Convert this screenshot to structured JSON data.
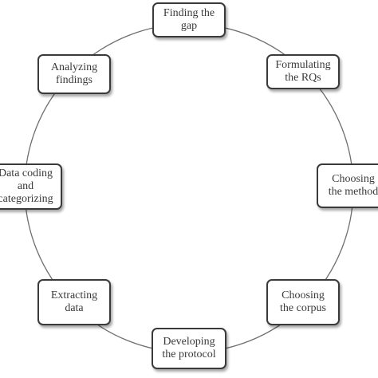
{
  "diagram": {
    "colors": {
      "ring": "#6e6e6e",
      "box_border": "#3a3a3a",
      "text": "#3a3a3a",
      "background": "#ffffff"
    },
    "steps": [
      {
        "id": "finding",
        "label": "Finding the\ngap"
      },
      {
        "id": "formulating",
        "label": "Formulating\nthe RQs"
      },
      {
        "id": "method",
        "label": "Choosing\nthe method"
      },
      {
        "id": "corpus",
        "label": "Choosing\nthe corpus"
      },
      {
        "id": "protocol",
        "label": "Developing\nthe protocol"
      },
      {
        "id": "extracting",
        "label": "Extracting\ndata"
      },
      {
        "id": "coding",
        "label": "Data coding\nand\ncategorizing"
      },
      {
        "id": "analyzing",
        "label": "Analyzing\nfindings"
      }
    ]
  }
}
